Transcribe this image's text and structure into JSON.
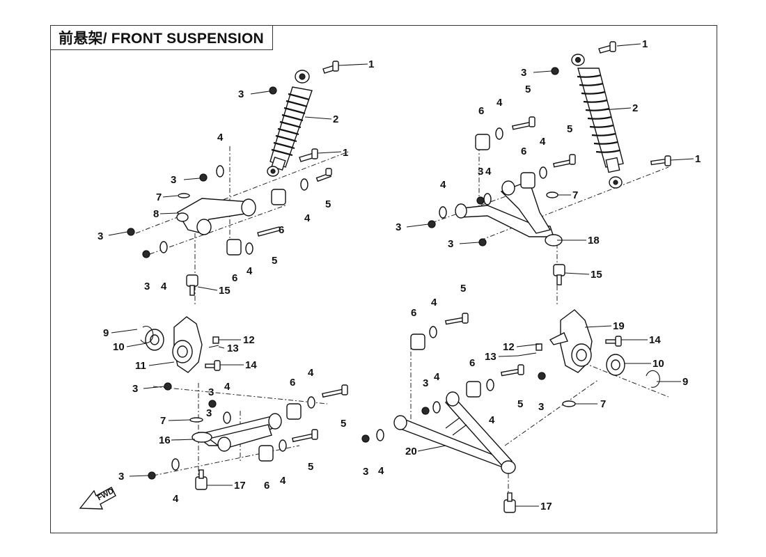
{
  "title": "前悬架/ FRONT SUSPENSION",
  "direction_label": "FWD",
  "callouts": {
    "c_1a": "1",
    "c_1b": "1",
    "c_1c": "1",
    "c_1d": "1",
    "c_2a": "2",
    "c_2b": "2",
    "c_3a": "3",
    "c_3b": "3",
    "c_3c": "3",
    "c_3d": "3",
    "c_3e": "3",
    "c_3f": "3",
    "c_3g": "3",
    "c_3h": "3",
    "c_3i": "3",
    "c_3j": "3",
    "c_3k": "3",
    "c_3l": "3",
    "c_3m": "3",
    "c_3n": "3",
    "c_3o": "3",
    "c_4a": "4",
    "c_4b": "4",
    "c_4c": "4",
    "c_4d": "4",
    "c_4e": "4",
    "c_4f": "4",
    "c_4g": "4",
    "c_4h": "4",
    "c_4i": "4",
    "c_4j": "4",
    "c_4k": "4",
    "c_4l": "4",
    "c_4m": "4",
    "c_4n": "4",
    "c_4o": "4",
    "c_4p": "4",
    "c_4q": "4",
    "c_5a": "5",
    "c_5b": "5",
    "c_5c": "5",
    "c_5d": "5",
    "c_5e": "5",
    "c_5f": "5",
    "c_5g": "5",
    "c_5h": "5",
    "c_6a": "6",
    "c_6b": "6",
    "c_6c": "6",
    "c_6d": "6",
    "c_6e": "6",
    "c_6f": "6",
    "c_6g": "6",
    "c_6h": "6",
    "c_7a": "7",
    "c_7b": "7",
    "c_7c": "7",
    "c_7d": "7",
    "c_8": "8",
    "c_9a": "9",
    "c_9b": "9",
    "c_10a": "10",
    "c_10b": "10",
    "c_11": "11",
    "c_12a": "12",
    "c_12b": "12",
    "c_13a": "13",
    "c_13b": "13",
    "c_14a": "14",
    "c_14b": "14",
    "c_15a": "15",
    "c_15b": "15",
    "c_16": "16",
    "c_17a": "17",
    "c_17b": "17",
    "c_18": "18",
    "c_19": "19",
    "c_20": "20"
  }
}
